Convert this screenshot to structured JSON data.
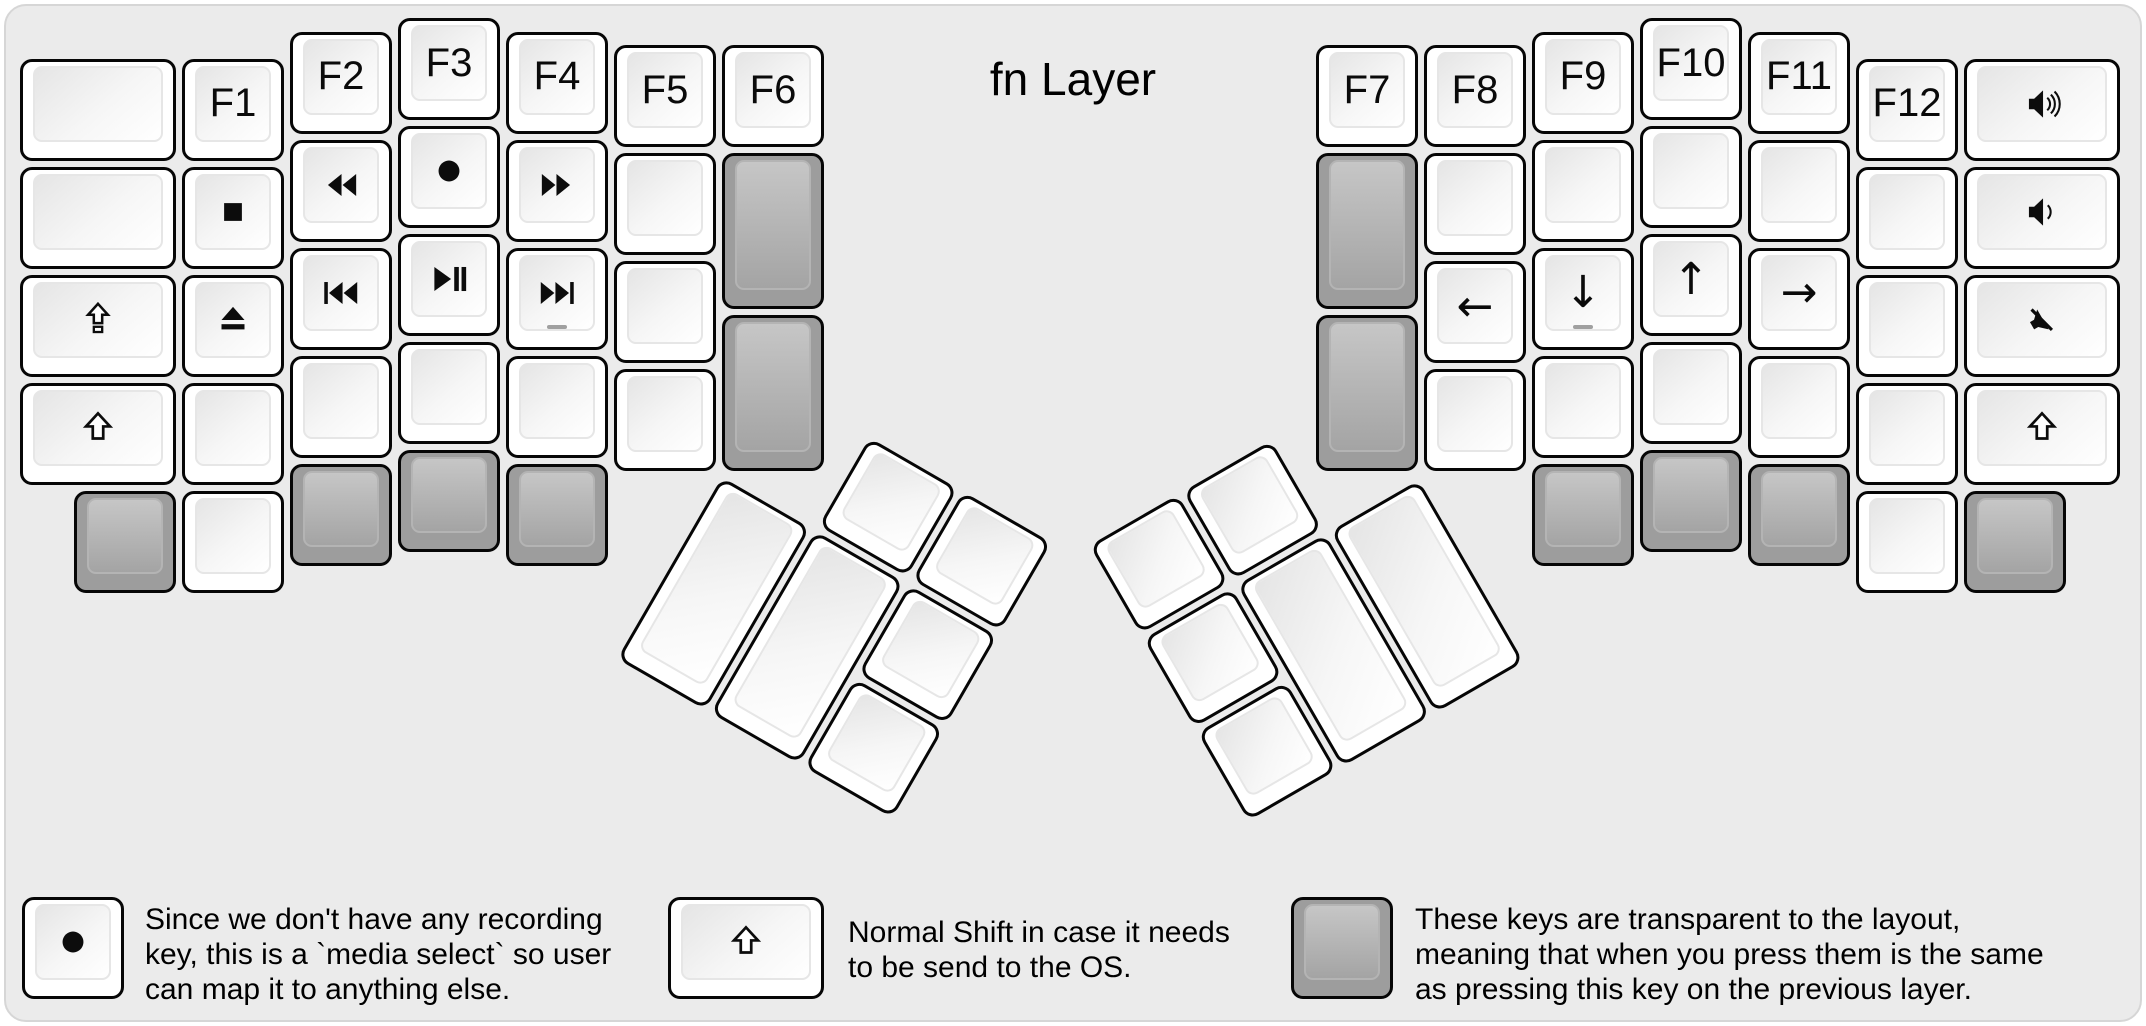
{
  "title": "fn Layer",
  "colors": {
    "background": "#ebebeb",
    "panel_border": "#d6d6d6",
    "key_white": "#ffffff",
    "key_grey": "#9d9d9d",
    "key_outline": "#060606",
    "text": "#000000",
    "homing_bar": "#a0a0a0"
  },
  "keys": {
    "left": [
      {
        "name": "blank-key",
        "color": "white"
      },
      {
        "name": "f1-key",
        "label": "F1",
        "color": "white"
      },
      {
        "name": "f2-key",
        "label": "F2",
        "color": "white"
      },
      {
        "name": "f3-key",
        "label": "F3",
        "color": "white"
      },
      {
        "name": "f4-key",
        "label": "F4",
        "color": "white"
      },
      {
        "name": "f5-key",
        "label": "F5",
        "color": "white"
      },
      {
        "name": "f6-key",
        "label": "F6",
        "color": "white"
      },
      {
        "name": "blank-key",
        "color": "white"
      },
      {
        "name": "stop-key",
        "icon": "stop",
        "color": "white"
      },
      {
        "name": "rewind-key",
        "icon": "rewind",
        "color": "white"
      },
      {
        "name": "record-key",
        "icon": "record",
        "color": "white"
      },
      {
        "name": "fast-forward-key",
        "icon": "fast-forward",
        "color": "white"
      },
      {
        "name": "blank-key",
        "color": "white"
      },
      {
        "name": "transparent-key",
        "color": "grey"
      },
      {
        "name": "caps-lock-key",
        "icon": "caps-lock",
        "color": "white"
      },
      {
        "name": "eject-key",
        "icon": "eject",
        "color": "white"
      },
      {
        "name": "skip-back-key",
        "icon": "skip-back",
        "color": "white"
      },
      {
        "name": "play-pause-key",
        "icon": "play-pause",
        "color": "white"
      },
      {
        "name": "skip-forward-key",
        "icon": "skip-forward",
        "color": "white",
        "homing": true
      },
      {
        "name": "blank-key",
        "color": "white"
      },
      {
        "name": "transparent-key",
        "color": "grey"
      },
      {
        "name": "shift-key",
        "icon": "shift",
        "color": "white"
      },
      {
        "name": "blank-key",
        "color": "white"
      },
      {
        "name": "blank-key",
        "color": "white"
      },
      {
        "name": "blank-key",
        "color": "white"
      },
      {
        "name": "blank-key",
        "color": "white"
      },
      {
        "name": "blank-key",
        "color": "white"
      },
      {
        "name": "transparent-key",
        "color": "grey"
      },
      {
        "name": "blank-key",
        "color": "white"
      },
      {
        "name": "transparent-key",
        "color": "grey"
      },
      {
        "name": "transparent-key",
        "color": "grey"
      },
      {
        "name": "transparent-key",
        "color": "grey"
      }
    ],
    "right": [
      {
        "name": "f7-key",
        "label": "F7",
        "color": "white"
      },
      {
        "name": "f8-key",
        "label": "F8",
        "color": "white"
      },
      {
        "name": "f9-key",
        "label": "F9",
        "color": "white"
      },
      {
        "name": "f10-key",
        "label": "F10",
        "color": "white"
      },
      {
        "name": "f11-key",
        "label": "F11",
        "color": "white"
      },
      {
        "name": "f12-key",
        "label": "F12",
        "color": "white"
      },
      {
        "name": "volume-up-key",
        "icon": "volume-up",
        "color": "white"
      },
      {
        "name": "transparent-key",
        "color": "grey"
      },
      {
        "name": "blank-key",
        "color": "white"
      },
      {
        "name": "blank-key",
        "color": "white"
      },
      {
        "name": "blank-key",
        "color": "white"
      },
      {
        "name": "blank-key",
        "color": "white"
      },
      {
        "name": "blank-key",
        "color": "white"
      },
      {
        "name": "volume-down-key",
        "icon": "volume-down",
        "color": "white"
      },
      {
        "name": "transparent-key",
        "color": "grey"
      },
      {
        "name": "left-arrow-key",
        "label": "←",
        "color": "white",
        "arrow": true
      },
      {
        "name": "down-arrow-key",
        "label": "↓",
        "color": "white",
        "arrow": true,
        "homing": true
      },
      {
        "name": "up-arrow-key",
        "label": "↑",
        "color": "white",
        "arrow": true
      },
      {
        "name": "right-arrow-key",
        "label": "→",
        "color": "white",
        "arrow": true
      },
      {
        "name": "blank-key",
        "color": "white"
      },
      {
        "name": "mute-key",
        "icon": "mute",
        "color": "white"
      },
      {
        "name": "blank-key",
        "color": "white"
      },
      {
        "name": "blank-key",
        "color": "white"
      },
      {
        "name": "blank-key",
        "color": "white"
      },
      {
        "name": "blank-key",
        "color": "white"
      },
      {
        "name": "blank-key",
        "color": "white"
      },
      {
        "name": "shift-key",
        "icon": "shift",
        "color": "white"
      },
      {
        "name": "transparent-key",
        "color": "grey"
      },
      {
        "name": "transparent-key",
        "color": "grey"
      },
      {
        "name": "transparent-key",
        "color": "grey"
      },
      {
        "name": "blank-key",
        "color": "white"
      },
      {
        "name": "transparent-key",
        "color": "grey"
      }
    ],
    "left_thumb": [
      {
        "name": "blank-key",
        "color": "white"
      },
      {
        "name": "blank-key",
        "color": "white"
      },
      {
        "name": "blank-key",
        "color": "white"
      },
      {
        "name": "blank-key",
        "color": "white"
      },
      {
        "name": "blank-key",
        "color": "white"
      },
      {
        "name": "blank-key",
        "color": "white"
      }
    ],
    "right_thumb": [
      {
        "name": "blank-key",
        "color": "white"
      },
      {
        "name": "blank-key",
        "color": "white"
      },
      {
        "name": "blank-key",
        "color": "white"
      },
      {
        "name": "blank-key",
        "color": "white"
      },
      {
        "name": "blank-key",
        "color": "white"
      },
      {
        "name": "blank-key",
        "color": "white"
      }
    ]
  },
  "legend": {
    "items": [
      {
        "key": {
          "name": "media-select-sample-key",
          "icon": "record",
          "color": "white",
          "w": 1
        },
        "lines": [
          "Since we don't have any recording",
          "key, this is a `media select` so user",
          "can map it to anything else."
        ]
      },
      {
        "key": {
          "name": "shift-sample-key",
          "icon": "shift",
          "color": "white",
          "w": 1.5
        },
        "lines": [
          "Normal Shift in case it needs",
          "to be send to the OS."
        ]
      },
      {
        "key": {
          "name": "transparent-sample-key",
          "color": "grey",
          "w": 1
        },
        "lines": [
          "These keys are transparent to the layout,",
          "meaning that when you press them is the same",
          "as pressing this key on the previous layer."
        ]
      }
    ]
  }
}
